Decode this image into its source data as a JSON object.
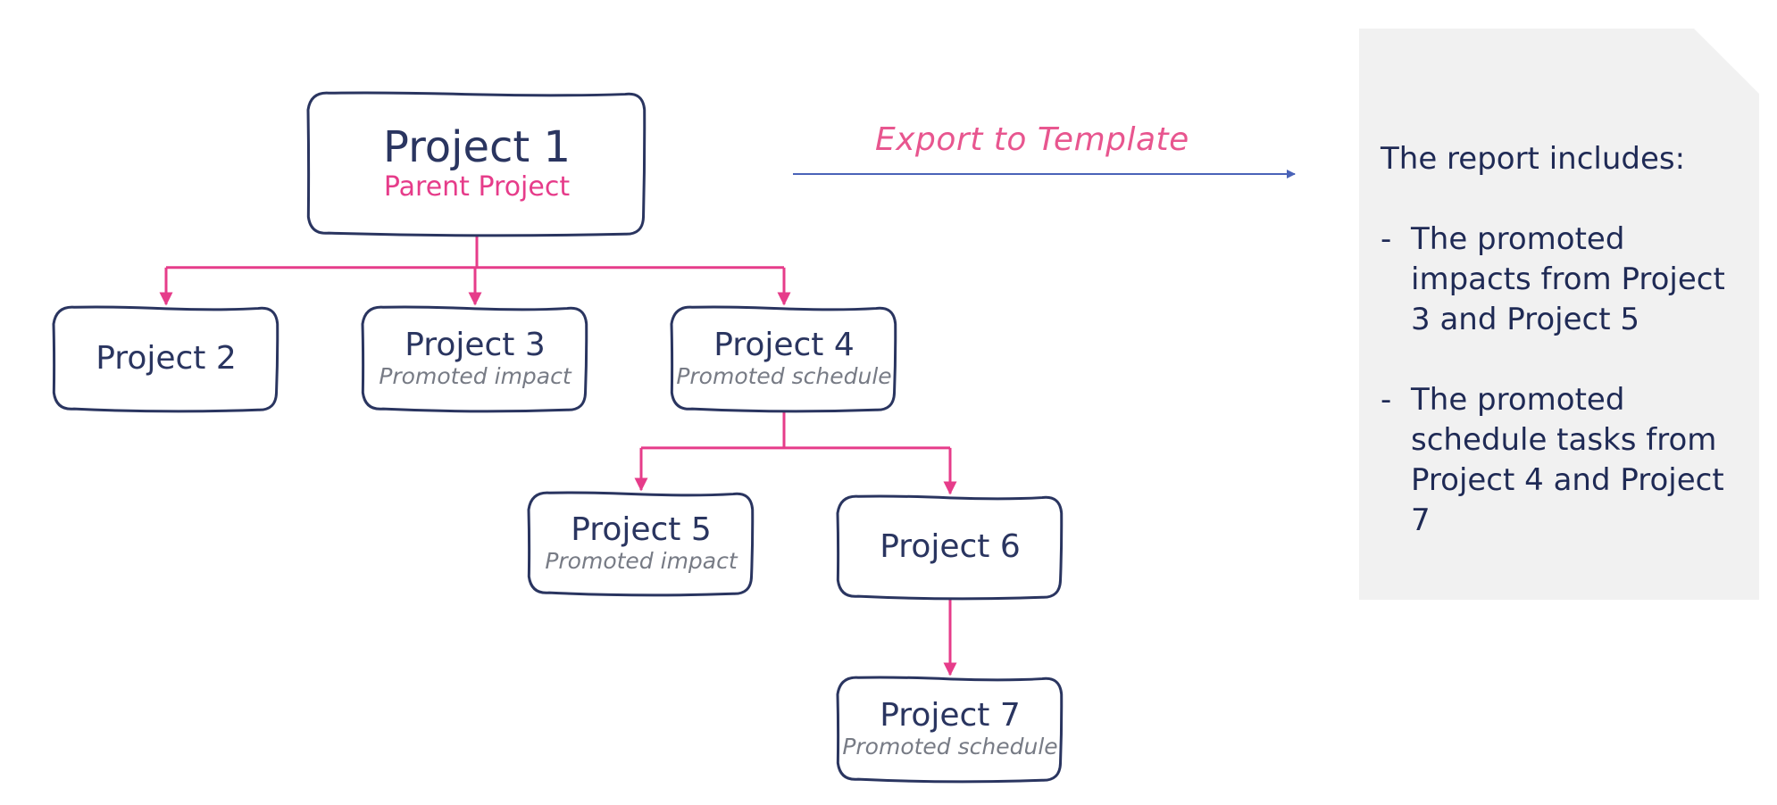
{
  "colors": {
    "node_stroke": "#2a3560",
    "node_text": "#2a3560",
    "connector": "#e63c8a",
    "export_arrow": "#4a63b8",
    "export_label": "#e8568f",
    "note_bg": "#f1f1f1",
    "note_text": "#1f2a55",
    "subtitle_gray": "#777b85"
  },
  "nodes": [
    {
      "id": "p1",
      "label": "Project 1",
      "sub": "Parent Project",
      "sub_kind": "parent"
    },
    {
      "id": "p2",
      "label": "Project 2",
      "sub": ""
    },
    {
      "id": "p3",
      "label": "Project 3",
      "sub": "Promoted impact"
    },
    {
      "id": "p4",
      "label": "Project 4",
      "sub": "Promoted schedule"
    },
    {
      "id": "p5",
      "label": "Project 5",
      "sub": "Promoted impact"
    },
    {
      "id": "p6",
      "label": "Project 6",
      "sub": ""
    },
    {
      "id": "p7",
      "label": "Project 7",
      "sub": "Promoted schedule"
    }
  ],
  "edges": [
    {
      "from": "p1",
      "to": "p2"
    },
    {
      "from": "p1",
      "to": "p3"
    },
    {
      "from": "p1",
      "to": "p4"
    },
    {
      "from": "p4",
      "to": "p5"
    },
    {
      "from": "p4",
      "to": "p6"
    },
    {
      "from": "p6",
      "to": "p7"
    }
  ],
  "export": {
    "label": "Export to Template"
  },
  "note": {
    "title": "The report includes:",
    "bullets": [
      "The promoted impacts from Project 3 and Project 5",
      "The promoted schedule tasks from Project 4 and Project 7"
    ],
    "bullet_marker": "-"
  }
}
